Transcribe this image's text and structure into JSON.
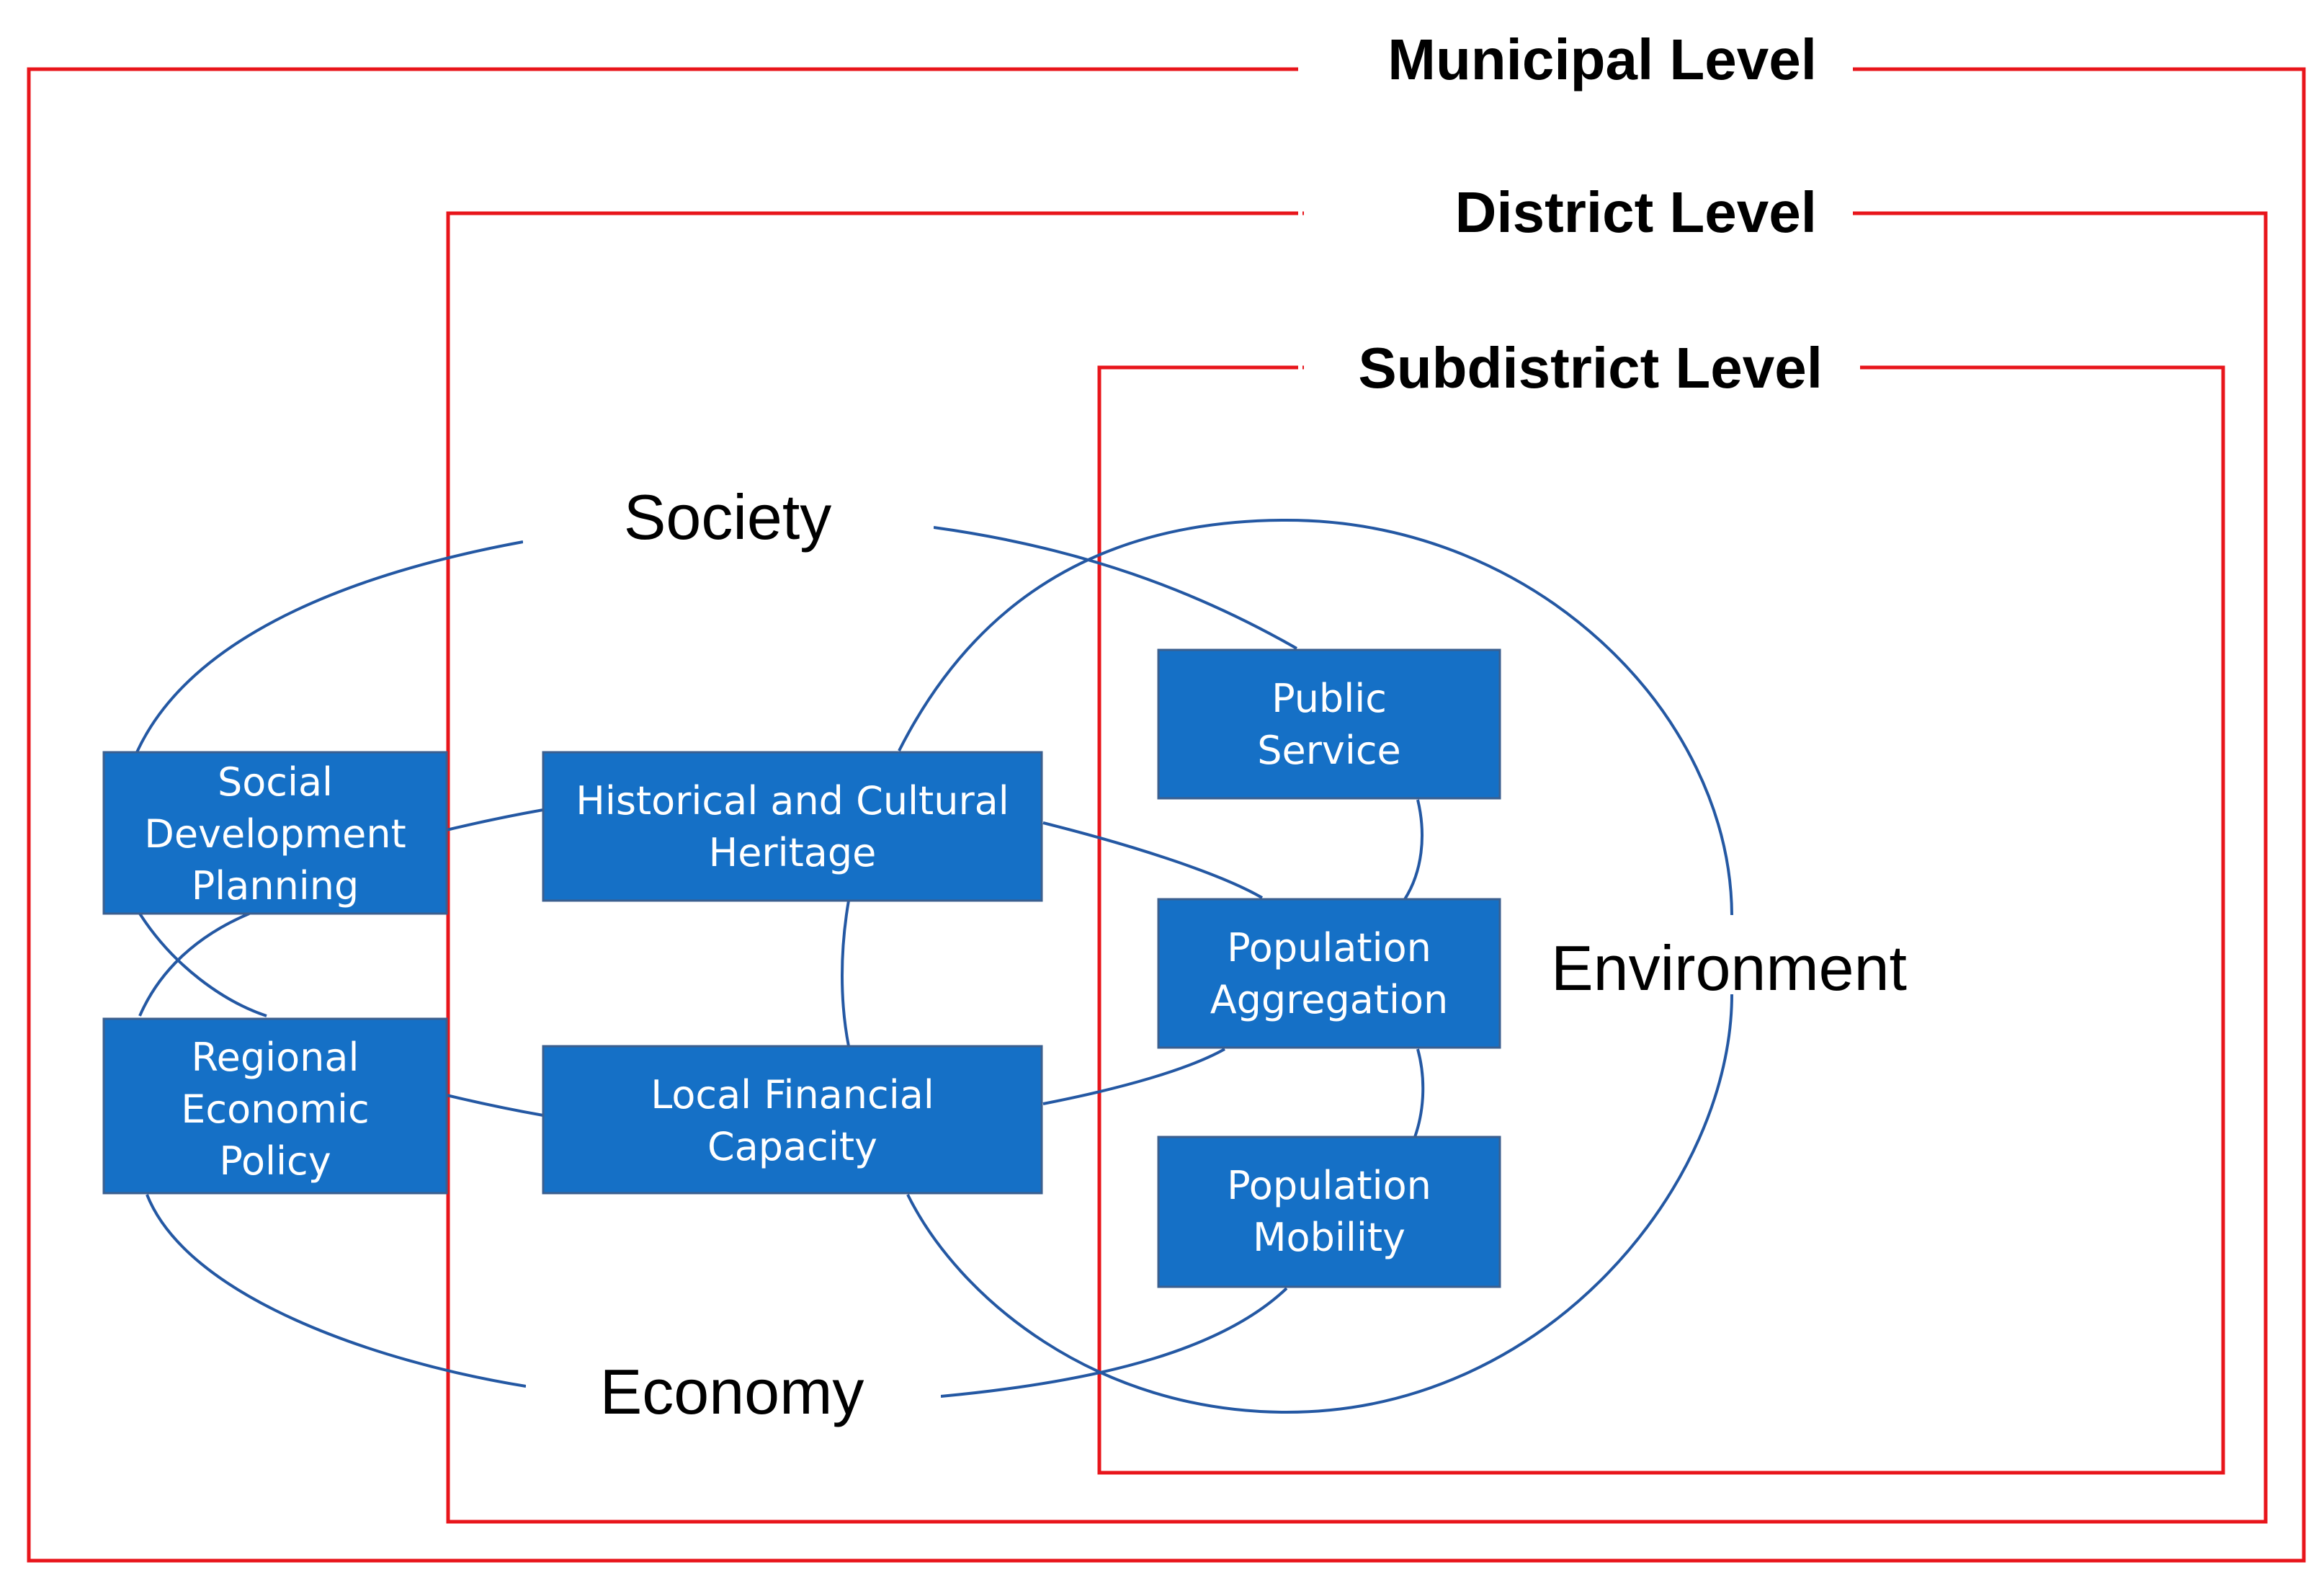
{
  "levels": {
    "municipal": "Municipal Level",
    "district": "District Level",
    "subdistrict": "Subdistrict Level"
  },
  "dimensions": {
    "society": "Society",
    "economy": "Economy",
    "environment": "Environment"
  },
  "nodes": {
    "social_development_planning": [
      "Social",
      "Development",
      "Planning"
    ],
    "regional_economic_policy": [
      "Regional",
      "Economic",
      "Policy"
    ],
    "historical_cultural_heritage": [
      "Historical and Cultural",
      "Heritage"
    ],
    "local_financial_capacity": [
      "Local Financial",
      "Capacity"
    ],
    "public_service": [
      "Public",
      "Service"
    ],
    "population_aggregation": [
      "Population",
      "Aggregation"
    ],
    "population_mobility": [
      "Population",
      "Mobility"
    ]
  },
  "colors": {
    "frame": "#e8151b",
    "node_fill": "#1570c6",
    "curve": "#2458a3",
    "node_text": "#ffffff"
  }
}
